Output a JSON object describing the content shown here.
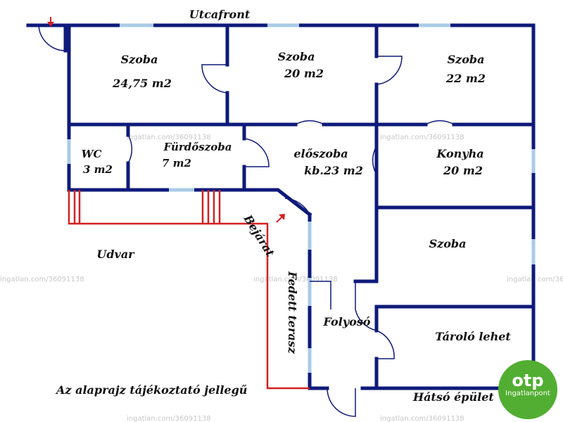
{
  "labels": {
    "street_front": "Utcafront",
    "room1_name": "Szoba",
    "room1_area": "24,75 m2",
    "room2_name": "Szoba",
    "room2_area": "20 m2",
    "room3_name": "Szoba",
    "room3_area": "22 m2",
    "wc_name": "WC",
    "wc_area": "3 m2",
    "bathroom_name": "Fürdőszoba",
    "bathroom_area": "7 m2",
    "hall_name": "előszoba",
    "hall_area": "kb.23 m2",
    "kitchen_name": "Konyha",
    "kitchen_area": "20 m2",
    "room4_name": "Szoba",
    "storage_name": "Tároló lehet",
    "corridor_name": "Folyosó",
    "covered_terrace": "Fedett terasz",
    "entrance": "Bejárat",
    "yard": "Udvar",
    "back_building": "Hátsó épület",
    "disclaimer": "Az alaprajz tájékoztató jellegű"
  },
  "watermark": "ingatlan.com/36091138",
  "logo": {
    "brand": "otp",
    "sub": "Ingatlanpont"
  },
  "colors": {
    "wall": "#0e1a7a",
    "window": "#a9cbe6",
    "terrace_rail": "#d42020",
    "logo_bg": "#52ae32"
  }
}
